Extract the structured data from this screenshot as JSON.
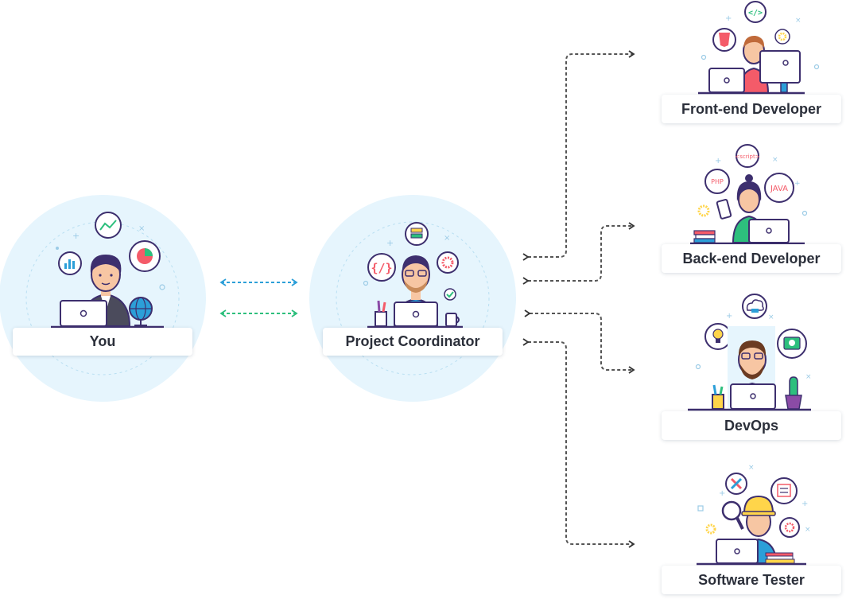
{
  "nodes": {
    "you": {
      "label": "You"
    },
    "coordinator": {
      "label": "Project Coordinator"
    },
    "frontend": {
      "label": "Front-end Developer",
      "tags": [
        "</>"
      ]
    },
    "backend": {
      "label": "Back-end Developer",
      "tags": [
        "<script>",
        "PHP",
        "JAVA"
      ]
    },
    "devops": {
      "label": "DevOps"
    },
    "tester": {
      "label": "Software Tester"
    }
  },
  "icons": {
    "you": [
      "line-chart-icon",
      "bar-chart-icon",
      "pie-chart-icon",
      "globe-icon",
      "laptop-icon"
    ],
    "coordinator": [
      "server-icon",
      "code-braces-icon",
      "gear-icon",
      "check-icon",
      "mug-icon",
      "laptop-icon"
    ],
    "frontend": [
      "code-icon",
      "html5-icon",
      "gear-icon",
      "monitor-icon",
      "laptop-icon"
    ],
    "backend": [
      "script-tag-icon",
      "php-icon",
      "java-icon",
      "gear-icon",
      "phone-icon",
      "books-icon",
      "laptop-icon"
    ],
    "devops": [
      "cloud-icon",
      "lightbulb-icon",
      "dashboard-icon",
      "cactus-icon",
      "pencil-cup-icon",
      "laptop-icon"
    ],
    "tester": [
      "tools-icon",
      "checklist-icon",
      "magnifier-icon",
      "gear-icon",
      "hard-hat-icon",
      "books-icon",
      "laptop-icon"
    ]
  },
  "colors": {
    "circle_fill": "#e6f5fd",
    "arrow_blue": "#2c9fd8",
    "arrow_green": "#2dbf7d",
    "arrow_dark": "#555555",
    "outline": "#3d2f6e",
    "red": "#f45b69",
    "yellow": "#ffd54a",
    "purple": "#8b4ba6"
  }
}
